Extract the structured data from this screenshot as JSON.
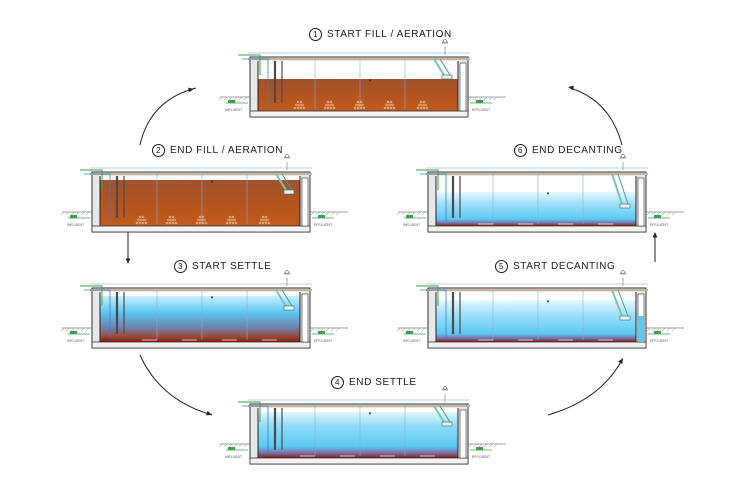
{
  "stages": [
    {
      "num": "1",
      "title": "START FILL / AERATION",
      "influent": "INFLUENT",
      "effluent": "EFFLUENT",
      "liquid": "sludge",
      "bubbles": true,
      "decanter": "up"
    },
    {
      "num": "2",
      "title": "END FILL / AERATION",
      "influent": "INFLUENT",
      "effluent": "EFFLUENT",
      "liquid": "sludge",
      "bubbles": true,
      "decanter": "up"
    },
    {
      "num": "3",
      "title": "START SETTLE",
      "influent": "INFLUENT",
      "effluent": "EFFLUENT",
      "liquid": "settle-start",
      "bubbles": false,
      "decanter": "up"
    },
    {
      "num": "4",
      "title": "END SETTLE",
      "influent": "INFLUENT",
      "effluent": "EFFLUENT",
      "liquid": "settle-end",
      "bubbles": false,
      "decanter": "up"
    },
    {
      "num": "5",
      "title": "START DECANTING",
      "influent": "INFLUENT",
      "effluent": "EFFLUENT",
      "liquid": "decant-start",
      "bubbles": false,
      "decanter": "mid"
    },
    {
      "num": "6",
      "title": "END DECANTING",
      "influent": "INFLUENT",
      "effluent": "EFFLUENT",
      "liquid": "decant-end",
      "bubbles": false,
      "decanter": "down"
    }
  ],
  "colors": {
    "sludge_top": "#a0522d",
    "sludge_bottom": "#c25a1c",
    "water_top": "#cdefff",
    "water_mid": "#5cc8f2",
    "wall": "#e8e8e8",
    "concrete_edge": "#333333",
    "sludge_blanket": "#8b1a0a"
  }
}
